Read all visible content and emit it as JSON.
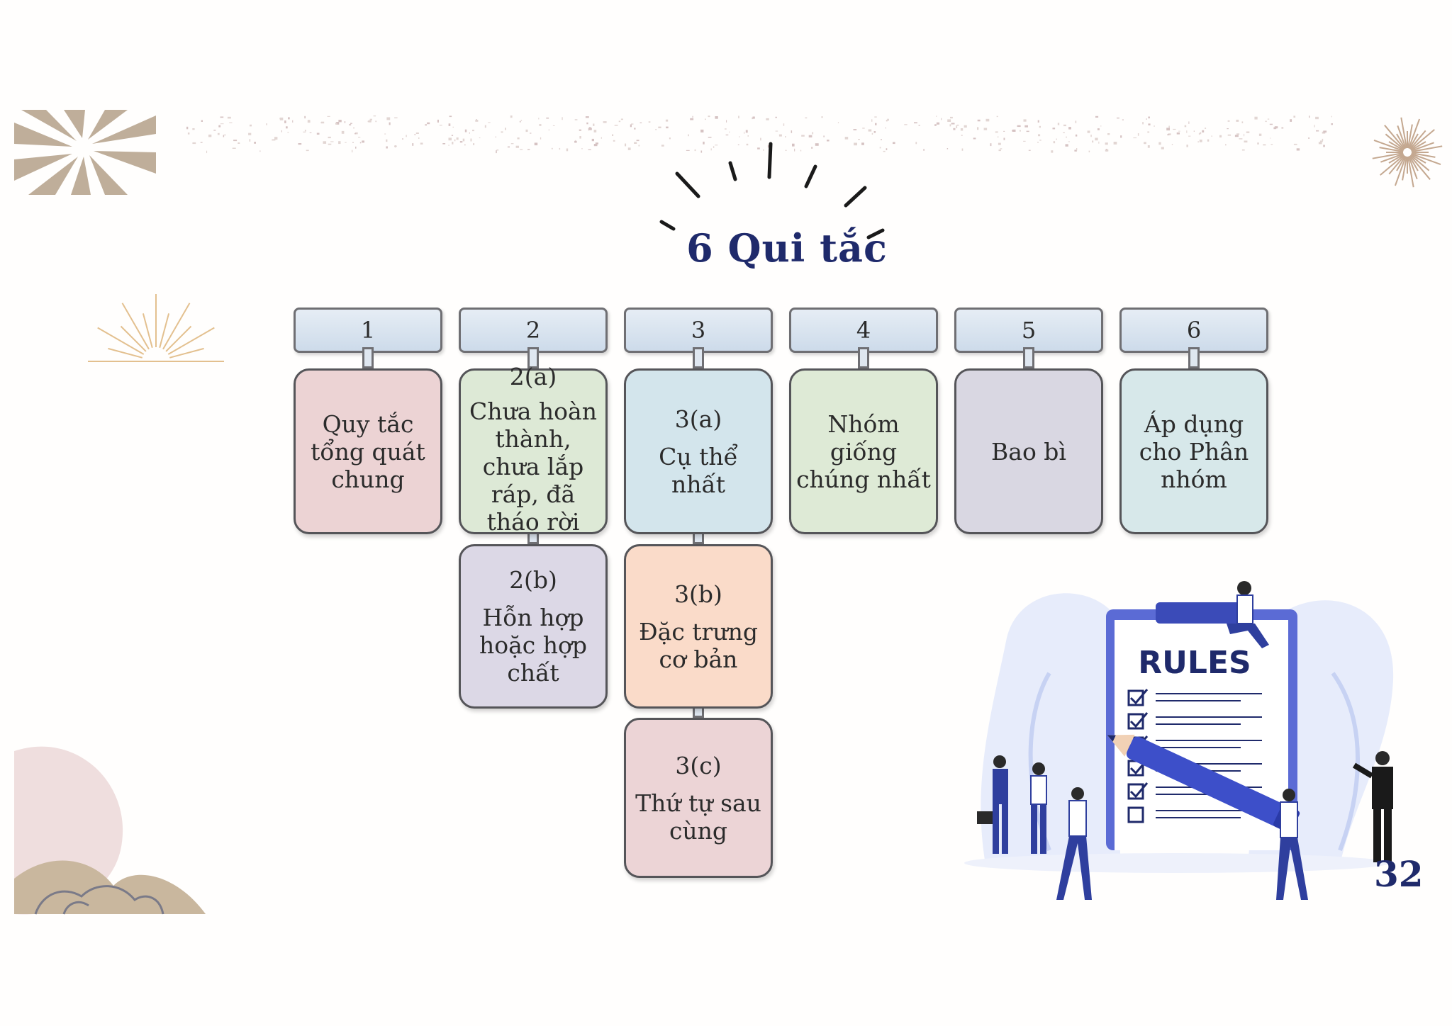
{
  "title": "6 Qui tắc",
  "page_number": "32",
  "rules_board_label": "RULES",
  "columns": [
    {
      "number": "1"
    },
    {
      "number": "2"
    },
    {
      "number": "3"
    },
    {
      "number": "4"
    },
    {
      "number": "5"
    },
    {
      "number": "6"
    }
  ],
  "cards": {
    "rule_1": {
      "text": "Quy tắc tổng quát chung"
    },
    "rule_2a": {
      "code": "2(a)",
      "text": "Chưa hoàn thành, chưa lắp ráp, đã tháo rời"
    },
    "rule_2b": {
      "code": "2(b)",
      "text": "Hỗn hợp hoặc hợp chất"
    },
    "rule_3a": {
      "code": "3(a)",
      "text": "Cụ thể nhất"
    },
    "rule_3b": {
      "code": "3(b)",
      "text": "Đặc trưng cơ bản"
    },
    "rule_3c": {
      "code": "3(c)",
      "text": "Thứ tự sau cùng"
    },
    "rule_4": {
      "text": "Nhóm giống chúng nhất"
    },
    "rule_5": {
      "text": "Bao bì"
    },
    "rule_6": {
      "text": "Áp dụng cho Phân nhóm"
    }
  },
  "colors": {
    "title": "#1f2a6b",
    "rule_1": "#ecd3d4",
    "rule_2a": "#dde9d6",
    "rule_2b": "#dcd8e6",
    "rule_3a": "#d3e5ec",
    "rule_3b": "#fadbc9",
    "rule_3c": "#ecd4d6",
    "rule_4": "#deead6",
    "rule_5": "#d9d7e2",
    "rule_6": "#d7e8ea"
  }
}
